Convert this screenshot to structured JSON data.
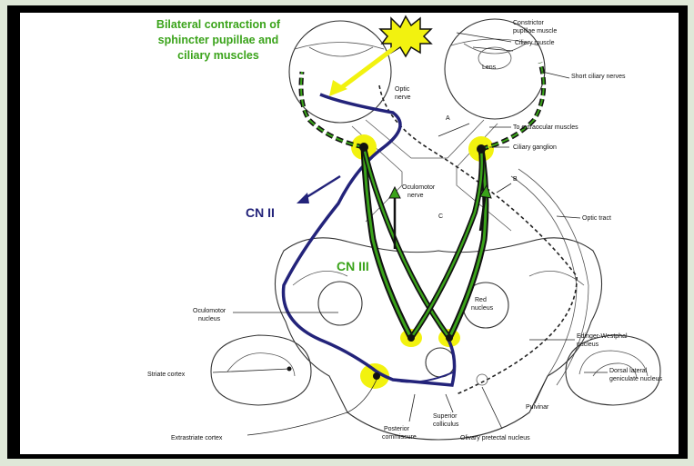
{
  "title": {
    "line1": "Bilateral contraction of",
    "line2": "sphincter pupillae and",
    "line3": "ciliary muscles"
  },
  "big_labels": {
    "cn2": "CN II",
    "cn3": "CN III"
  },
  "labels": {
    "constrictor": "Constrictor",
    "pupillae_muscle": "pupillae muscle",
    "ciliary_muscle": "Ciliary muscle",
    "lens": "Lens",
    "short_ciliary_nerves": "Short ciliary nerves",
    "optic": "Optic",
    "nerve": "nerve",
    "a": "A",
    "b": "B",
    "c": "C",
    "to_extraocular": "To extraocular muscles",
    "ciliary_ganglion": "Ciliary ganglion",
    "oculomotor": "Oculomotor",
    "oculomotor_nerve": "nerve",
    "optic_tract": "Optic tract",
    "red": "Red",
    "nucleus": "nucleus",
    "oculomotor_nucleus_1": "Oculomotor",
    "oculomotor_nucleus_2": "nucleus",
    "edinger_1": "Edinger-Westphal",
    "edinger_2": "nucleus",
    "striate_cortex": "Striate cortex",
    "dorsal_lateral_1": "Dorsal lateral",
    "dorsal_lateral_2": "geniculate nucleus",
    "superior_1": "Superior",
    "superior_2": "colliculus",
    "pulvinar": "Pulvinar",
    "posterior_1": "Posterior",
    "posterior_2": "commissure",
    "olivary": "Olivary pretectal nucleus",
    "extrastriate": "Extrastriate cortex"
  },
  "colors": {
    "green": "#3aa31a",
    "blue": "#23237a",
    "yellow": "#f2f20f",
    "dark": "#111111"
  }
}
